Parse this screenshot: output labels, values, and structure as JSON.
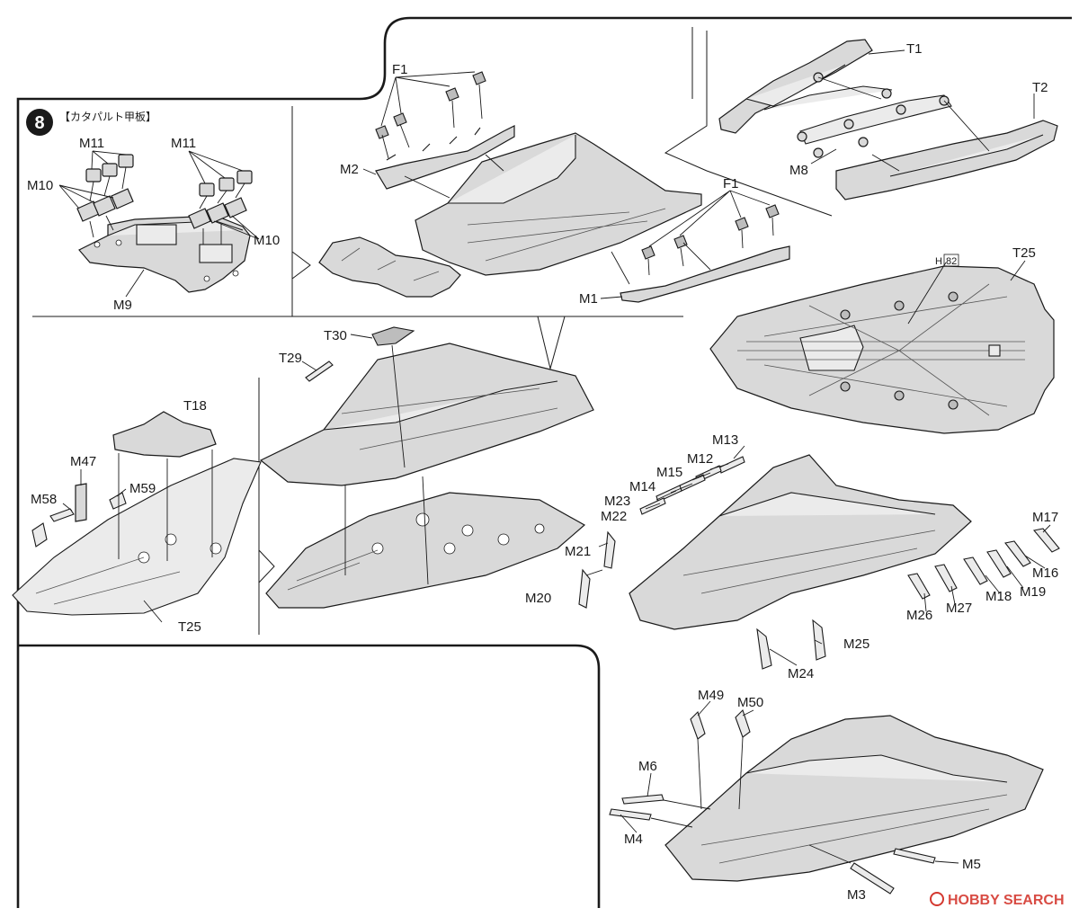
{
  "step": {
    "number": "8",
    "title": "【カタパルト甲板】"
  },
  "labels": {
    "m11_left": "M11",
    "m11_right": "M11",
    "m10_left": "M10",
    "m10_right": "M10",
    "m9": "M9",
    "f1_top": "F1",
    "f1_right": "F1",
    "m2": "M2",
    "m1": "M1",
    "t1": "T1",
    "t2": "T2",
    "m8": "M8",
    "h82_prefix": "H",
    "h82_box": "82",
    "t25_top": "T25",
    "t30": "T30",
    "t29": "T29",
    "t18": "T18",
    "m47": "M47",
    "m58": "M58",
    "m59": "M59",
    "t25_bottom": "T25",
    "m13": "M13",
    "m12": "M12",
    "m15": "M15",
    "m14": "M14",
    "m23": "M23",
    "m22": "M22",
    "m21": "M21",
    "m20": "M20",
    "m17": "M17",
    "m16": "M16",
    "m19": "M19",
    "m18": "M18",
    "m27": "M27",
    "m26": "M26",
    "m25": "M25",
    "m24": "M24",
    "m49": "M49",
    "m50": "M50",
    "m6": "M6",
    "m4": "M4",
    "m5": "M5",
    "m3": "M3"
  },
  "watermark": {
    "text": "HOBBY SEARCH",
    "color": "#d4382f"
  },
  "colors": {
    "line": "#1a1a1a",
    "part_fill": "#d9d9d9",
    "paper": "#ffffff"
  }
}
